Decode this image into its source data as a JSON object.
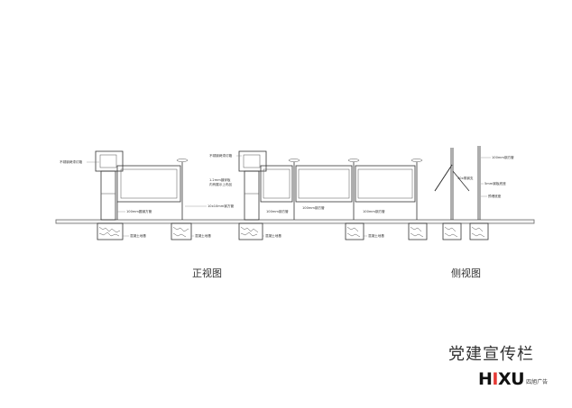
{
  "views": {
    "front": "正视图",
    "side": "侧视图"
  },
  "title": "党建宣传栏",
  "brand": {
    "logo_text": "HIXU",
    "logo_sub": "四旭广告",
    "accent_color": "#e53935"
  },
  "annotations": {
    "front1": {
      "top_box": "不锈钢烤漆灯箱",
      "pipe_100_a": "100mm圆钢方管",
      "foundation": "混凝土地基",
      "foundation_b": "混凝土地基"
    },
    "front2": {
      "top_box": "不锈钢烤漆灯箱",
      "mid_1": "1.2mm镀锌板",
      "mid_2": "内有展示上布品",
      "pipe_10x10": "10x10mm钢方管",
      "pipe_100_a": "100mm钢方管",
      "pipe_100_b": "100mm钢方管",
      "pipe_100_c": "100mm钢方管",
      "foundation_a": "混凝土地基",
      "foundation_b": "混凝土地基"
    },
    "side": {
      "pipe_100": "100mm钢方管",
      "angle": "30x角钢支",
      "plate": "5mm钢板底座",
      "anchor": "预埋底座"
    }
  }
}
